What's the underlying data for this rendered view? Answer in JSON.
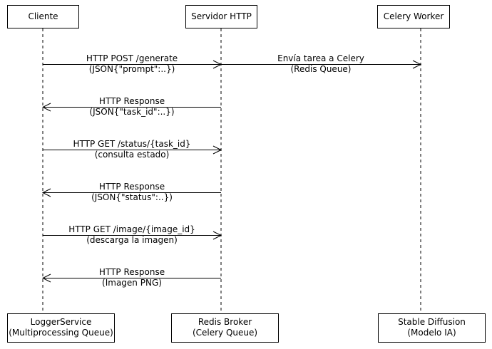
{
  "participants": [
    {
      "id": "cliente",
      "label": "Cliente"
    },
    {
      "id": "servidor",
      "label": "Servidor HTTP"
    },
    {
      "id": "worker",
      "label": "Celery Worker"
    }
  ],
  "bottom_participants": [
    {
      "id": "logger",
      "lines": [
        "LoggerService",
        "(Multiprocessing Queue)"
      ]
    },
    {
      "id": "redis",
      "lines": [
        "Redis Broker",
        "(Celery Queue)"
      ]
    },
    {
      "id": "sd",
      "lines": [
        "Stable Diffusion",
        "(Modelo IA)"
      ]
    }
  ],
  "messages": [
    {
      "from": "cliente",
      "to": "servidor",
      "lines": [
        "HTTP POST /generate",
        "(JSON{\"prompt\":..})"
      ]
    },
    {
      "from": "servidor",
      "to": "worker",
      "lines": [
        "Envía tarea a Celery",
        "(Redis Queue)"
      ]
    },
    {
      "from": "servidor",
      "to": "cliente",
      "lines": [
        "HTTP Response",
        "(JSON{\"task_id\":..})"
      ]
    },
    {
      "from": "cliente",
      "to": "servidor",
      "lines": [
        "HTTP GET /status/{task_id}",
        "(consulta estado)"
      ]
    },
    {
      "from": "servidor",
      "to": "cliente",
      "lines": [
        "HTTP Response",
        "(JSON{\"status\":..})"
      ]
    },
    {
      "from": "cliente",
      "to": "servidor",
      "lines": [
        "HTTP GET /image/{image_id}",
        "(descarga la imagen)"
      ]
    },
    {
      "from": "servidor",
      "to": "cliente",
      "lines": [
        "HTTP Response",
        "(Imagen PNG)"
      ]
    }
  ]
}
